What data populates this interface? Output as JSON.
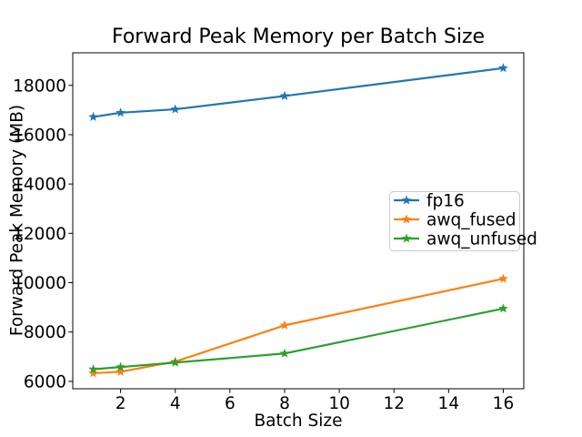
{
  "chart_data": {
    "type": "line",
    "title": "Forward Peak Memory per Batch Size",
    "xlabel": "Batch Size",
    "ylabel": "Forward Peak Memory (MB)",
    "x": [
      1,
      2,
      4,
      8,
      16
    ],
    "series": [
      {
        "name": "fp16",
        "color": "#1f77b4",
        "values": [
          16720,
          16890,
          17030,
          17570,
          18700
        ]
      },
      {
        "name": "awq_fused",
        "color": "#ff7f0e",
        "values": [
          6330,
          6390,
          6800,
          8270,
          10160
        ]
      },
      {
        "name": "awq_unfused",
        "color": "#2ca02c",
        "values": [
          6490,
          6580,
          6760,
          7130,
          8950
        ]
      }
    ],
    "marker": "star",
    "xlim": [
      0.25,
      16.75
    ],
    "ylim": [
      5700,
      19320
    ],
    "xticks": [
      2,
      4,
      6,
      8,
      10,
      12,
      14,
      16
    ],
    "yticks": [
      6000,
      8000,
      10000,
      12000,
      14000,
      16000,
      18000
    ],
    "grid": false,
    "legend_position": "center-right",
    "background_color": "#ffffff",
    "axis_color": "#000000",
    "legend_border_color": "#cccccc"
  }
}
